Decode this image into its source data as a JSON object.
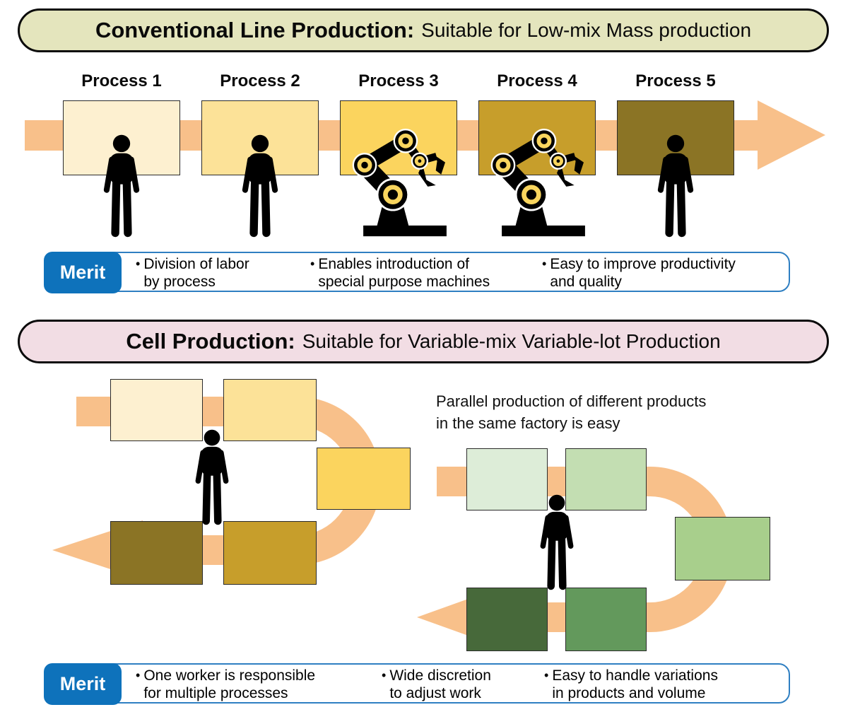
{
  "palette": {
    "arrow_orange": "#f8c08a",
    "merit_blue": "#0e72bb",
    "merit_border_blue": "#2f7fc2",
    "banner_conventional_bg": "#e4e5bd",
    "banner_cell_bg": "#f2dde4",
    "icon_black": "#000000",
    "robot_joint_yellow": "#f9d55e"
  },
  "conventional": {
    "banner": {
      "title_bold": "Conventional Line Production:",
      "title_rest": "Suitable for Low-mix Mass production"
    },
    "processes": [
      {
        "label": "Process 1",
        "color": "#fdf0d0",
        "station": "worker"
      },
      {
        "label": "Process 2",
        "color": "#fce298",
        "station": "worker"
      },
      {
        "label": "Process 3",
        "color": "#fbd45e",
        "station": "robot"
      },
      {
        "label": "Process 4",
        "color": "#c79e2b",
        "station": "robot"
      },
      {
        "label": "Process 5",
        "color": "#8b7425",
        "station": "worker"
      }
    ],
    "merit": {
      "label": "Merit",
      "items": [
        {
          "line1": "Division of labor",
          "line2": "by process"
        },
        {
          "line1": "Enables introduction of",
          "line2": "special purpose machines"
        },
        {
          "line1": "Easy to improve productivity",
          "line2": "and quality"
        }
      ]
    }
  },
  "cell": {
    "banner": {
      "title_bold": "Cell Production:",
      "title_rest": "Suitable for Variable-mix Variable-lot Production"
    },
    "caption": {
      "line1": "Parallel production of different products",
      "line2": "in the same factory is easy"
    },
    "left_cell": {
      "colors": [
        "#fdf0d0",
        "#fce298",
        "#fbd45e",
        "#c79e2b",
        "#8b7425"
      ]
    },
    "right_cell": {
      "colors": [
        "#ddedd8",
        "#c3deb2",
        "#a8cf8c",
        "#63995c",
        "#47693a"
      ]
    },
    "merit": {
      "label": "Merit",
      "items": [
        {
          "line1": "One worker is responsible",
          "line2": "for multiple processes"
        },
        {
          "line1": "Wide discretion",
          "line2": "to adjust work"
        },
        {
          "line1": "Easy to handle variations",
          "line2": "in products and volume"
        }
      ]
    }
  }
}
